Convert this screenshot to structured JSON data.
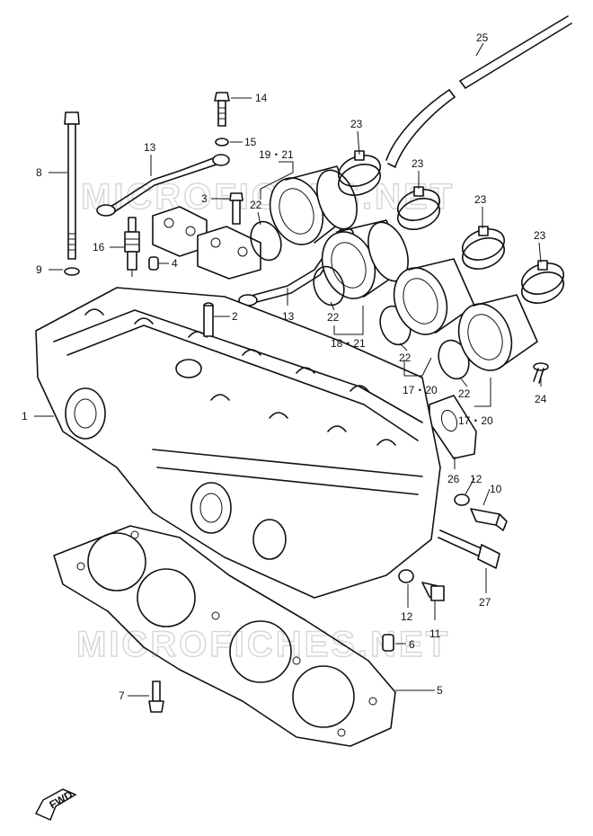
{
  "watermark": "MICROFICHES.NET",
  "fwd_label": "FWD",
  "callouts": {
    "c1": "1",
    "c2": "2",
    "c3": "3",
    "c4": "4",
    "c5": "5",
    "c6": "6",
    "c7": "7",
    "c8": "8",
    "c9": "9",
    "c10": "10",
    "c11": "11",
    "c12a": "12",
    "c12b": "12",
    "c13a": "13",
    "c13b": "13",
    "c14": "14",
    "c15": "15",
    "c16": "16",
    "c17a": "17・20",
    "c17b": "17・20",
    "c18": "18・21",
    "c19": "19・21",
    "c22a": "22",
    "c22b": "22",
    "c22c": "22",
    "c22d": "22",
    "c23a": "23",
    "c23b": "23",
    "c23c": "23",
    "c23d": "23",
    "c24": "24",
    "c25": "25",
    "c26": "26",
    "c27": "27"
  }
}
